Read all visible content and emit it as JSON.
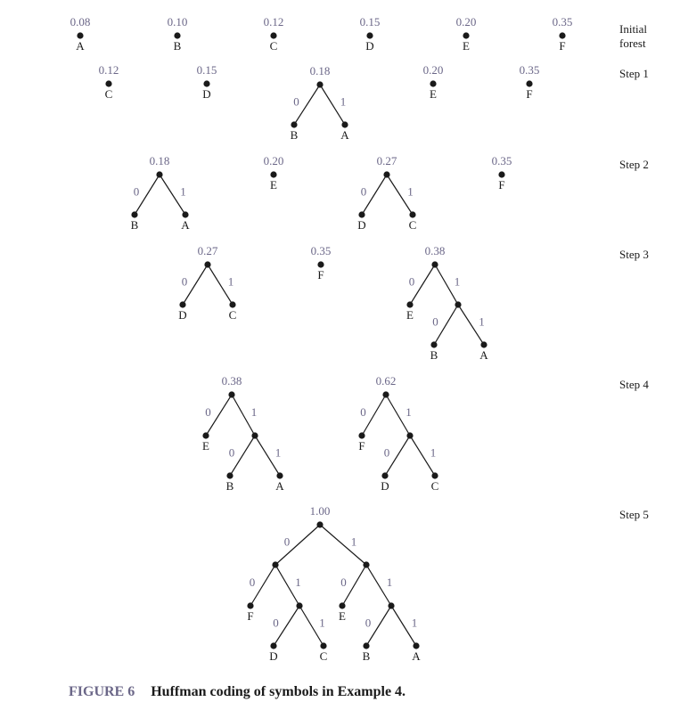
{
  "caption": {
    "figure_number": "FIGURE 6",
    "text": "Huffman coding of symbols in Example 4."
  },
  "colors": {
    "weight_text": "#6b6788",
    "ink": "#1a1a1a",
    "background": "#ffffff"
  },
  "steps": [
    {
      "label": [
        "Initial",
        "forest"
      ],
      "trees": [
        {
          "weight": "0.08",
          "symbol": "A"
        },
        {
          "weight": "0.10",
          "symbol": "B"
        },
        {
          "weight": "0.12",
          "symbol": "C"
        },
        {
          "weight": "0.15",
          "symbol": "D"
        },
        {
          "weight": "0.20",
          "symbol": "E"
        },
        {
          "weight": "0.35",
          "symbol": "F"
        }
      ]
    },
    {
      "label": [
        "Step 1"
      ],
      "trees": [
        {
          "weight": "0.12",
          "symbol": "C"
        },
        {
          "weight": "0.15",
          "symbol": "D"
        },
        {
          "weight": "0.18",
          "children": [
            {
              "symbol": "B"
            },
            {
              "symbol": "A"
            }
          ]
        },
        {
          "weight": "0.20",
          "symbol": "E"
        },
        {
          "weight": "0.35",
          "symbol": "F"
        }
      ]
    },
    {
      "label": [
        "Step 2"
      ],
      "trees": [
        {
          "weight": "0.18",
          "children": [
            {
              "symbol": "B"
            },
            {
              "symbol": "A"
            }
          ]
        },
        {
          "weight": "0.20",
          "symbol": "E"
        },
        {
          "weight": "0.27",
          "children": [
            {
              "symbol": "D"
            },
            {
              "symbol": "C"
            }
          ]
        },
        {
          "weight": "0.35",
          "symbol": "F"
        }
      ]
    },
    {
      "label": [
        "Step 3"
      ],
      "trees": [
        {
          "weight": "0.27",
          "children": [
            {
              "symbol": "D"
            },
            {
              "symbol": "C"
            }
          ]
        },
        {
          "weight": "0.35",
          "symbol": "F"
        },
        {
          "weight": "0.38",
          "children": [
            {
              "symbol": "E"
            },
            {
              "children": [
                {
                  "symbol": "B"
                },
                {
                  "symbol": "A"
                }
              ]
            }
          ]
        }
      ]
    },
    {
      "label": [
        "Step 4"
      ],
      "trees": [
        {
          "weight": "0.38",
          "children": [
            {
              "symbol": "E"
            },
            {
              "children": [
                {
                  "symbol": "B"
                },
                {
                  "symbol": "A"
                }
              ]
            }
          ]
        },
        {
          "weight": "0.62",
          "children": [
            {
              "symbol": "F"
            },
            {
              "children": [
                {
                  "symbol": "D"
                },
                {
                  "symbol": "C"
                }
              ]
            }
          ]
        }
      ]
    },
    {
      "label": [
        "Step 5"
      ],
      "trees": [
        {
          "weight": "1.00",
          "children": [
            {
              "children": [
                {
                  "symbol": "F"
                },
                {
                  "children": [
                    {
                      "symbol": "D"
                    },
                    {
                      "symbol": "C"
                    }
                  ]
                }
              ]
            },
            {
              "children": [
                {
                  "symbol": "E"
                },
                {
                  "children": [
                    {
                      "symbol": "B"
                    },
                    {
                      "symbol": "A"
                    }
                  ]
                }
              ]
            }
          ]
        }
      ]
    }
  ]
}
